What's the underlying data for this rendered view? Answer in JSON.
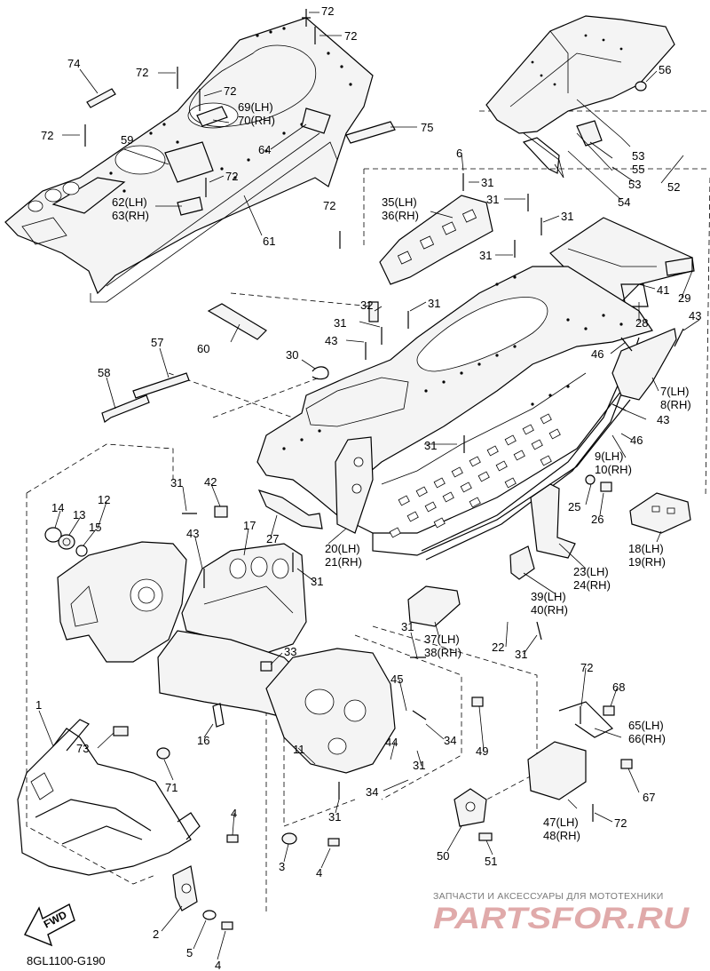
{
  "diagram": {
    "code": "8GL1100-G190",
    "fwd_label": "FWD",
    "watermark_top": "ЗАПЧАСТИ И АКСЕССУАРЫ ДЛЯ МОТОТЕХНИКИ",
    "watermark_logo": "PARTSFOR.RU"
  },
  "labels": [
    {
      "id": "p72a",
      "text": "72"
    },
    {
      "id": "p72b",
      "text": "72"
    },
    {
      "id": "p74",
      "text": "74"
    },
    {
      "id": "p72c",
      "text": "72"
    },
    {
      "id": "p72d",
      "text": "72"
    },
    {
      "id": "p69",
      "text": "69(LH)"
    },
    {
      "id": "p70",
      "text": "70(RH)"
    },
    {
      "id": "p72e",
      "text": "72"
    },
    {
      "id": "p59",
      "text": "59"
    },
    {
      "id": "p64",
      "text": "64"
    },
    {
      "id": "p75",
      "text": "75"
    },
    {
      "id": "p72f",
      "text": "72"
    },
    {
      "id": "p62",
      "text": "62(LH)"
    },
    {
      "id": "p63",
      "text": "63(RH)"
    },
    {
      "id": "p61",
      "text": "61"
    },
    {
      "id": "p56",
      "text": "56"
    },
    {
      "id": "p53a",
      "text": "53"
    },
    {
      "id": "p55",
      "text": "55"
    },
    {
      "id": "p53b",
      "text": "53"
    },
    {
      "id": "p52",
      "text": "52"
    },
    {
      "id": "p54",
      "text": "54"
    },
    {
      "id": "p6",
      "text": "6"
    },
    {
      "id": "p31a",
      "text": "31"
    },
    {
      "id": "p31b",
      "text": "31"
    },
    {
      "id": "p35",
      "text": "35(LH)"
    },
    {
      "id": "p36",
      "text": "36(RH)"
    },
    {
      "id": "p72g",
      "text": "72"
    },
    {
      "id": "p31c",
      "text": "31"
    },
    {
      "id": "p31d",
      "text": "31"
    },
    {
      "id": "p41",
      "text": "41"
    },
    {
      "id": "p29",
      "text": "29"
    },
    {
      "id": "p32",
      "text": "32"
    },
    {
      "id": "p31e",
      "text": "31"
    },
    {
      "id": "p31f",
      "text": "31"
    },
    {
      "id": "p60",
      "text": "60"
    },
    {
      "id": "p43a",
      "text": "43"
    },
    {
      "id": "p28",
      "text": "28"
    },
    {
      "id": "p43b",
      "text": "43"
    },
    {
      "id": "p57",
      "text": "57"
    },
    {
      "id": "p30",
      "text": "30"
    },
    {
      "id": "p46a",
      "text": "46"
    },
    {
      "id": "p58",
      "text": "58"
    },
    {
      "id": "p7",
      "text": "7(LH)"
    },
    {
      "id": "p8",
      "text": "8(RH)"
    },
    {
      "id": "p43c",
      "text": "43"
    },
    {
      "id": "p46b",
      "text": "46"
    },
    {
      "id": "p9",
      "text": "9(LH)"
    },
    {
      "id": "p10",
      "text": "10(RH)"
    },
    {
      "id": "p31g",
      "text": "31"
    },
    {
      "id": "p31h",
      "text": "31"
    },
    {
      "id": "p42",
      "text": "42"
    },
    {
      "id": "p12",
      "text": "12"
    },
    {
      "id": "p14",
      "text": "14"
    },
    {
      "id": "p13",
      "text": "13"
    },
    {
      "id": "p15",
      "text": "15"
    },
    {
      "id": "p25",
      "text": "25"
    },
    {
      "id": "p26",
      "text": "26"
    },
    {
      "id": "p43d",
      "text": "43"
    },
    {
      "id": "p17",
      "text": "17"
    },
    {
      "id": "p27",
      "text": "27"
    },
    {
      "id": "p18",
      "text": "18(LH)"
    },
    {
      "id": "p19",
      "text": "19(RH)"
    },
    {
      "id": "p20",
      "text": "20(LH)"
    },
    {
      "id": "p21",
      "text": "21(RH)"
    },
    {
      "id": "p31i",
      "text": "31"
    },
    {
      "id": "p23",
      "text": "23(LH)"
    },
    {
      "id": "p24",
      "text": "24(RH)"
    },
    {
      "id": "p39",
      "text": "39(LH)"
    },
    {
      "id": "p40",
      "text": "40(RH)"
    },
    {
      "id": "p31j",
      "text": "31"
    },
    {
      "id": "p37",
      "text": "37(LH)"
    },
    {
      "id": "p38",
      "text": "38(RH)"
    },
    {
      "id": "p22",
      "text": "22"
    },
    {
      "id": "p31k",
      "text": "31"
    },
    {
      "id": "p33",
      "text": "33"
    },
    {
      "id": "p72h",
      "text": "72"
    },
    {
      "id": "p45",
      "text": "45"
    },
    {
      "id": "p68",
      "text": "68"
    },
    {
      "id": "p65",
      "text": "65(LH)"
    },
    {
      "id": "p66",
      "text": "66(RH)"
    },
    {
      "id": "p1",
      "text": "1"
    },
    {
      "id": "p73",
      "text": "73"
    },
    {
      "id": "p16",
      "text": "16"
    },
    {
      "id": "p11",
      "text": "11"
    },
    {
      "id": "p44",
      "text": "44"
    },
    {
      "id": "p34a",
      "text": "34"
    },
    {
      "id": "p49",
      "text": "49"
    },
    {
      "id": "p31l",
      "text": "31"
    },
    {
      "id": "p71",
      "text": "71"
    },
    {
      "id": "p67",
      "text": "67"
    },
    {
      "id": "p34b",
      "text": "34"
    },
    {
      "id": "p31m",
      "text": "31"
    },
    {
      "id": "p47",
      "text": "47(LH)"
    },
    {
      "id": "p48",
      "text": "48(RH)"
    },
    {
      "id": "p72i",
      "text": "72"
    },
    {
      "id": "p4a",
      "text": "4"
    },
    {
      "id": "p3",
      "text": "3"
    },
    {
      "id": "p4b",
      "text": "4"
    },
    {
      "id": "p50",
      "text": "50"
    },
    {
      "id": "p51",
      "text": "51"
    },
    {
      "id": "p2",
      "text": "2"
    },
    {
      "id": "p5",
      "text": "5"
    },
    {
      "id": "p4c",
      "text": "4"
    }
  ]
}
